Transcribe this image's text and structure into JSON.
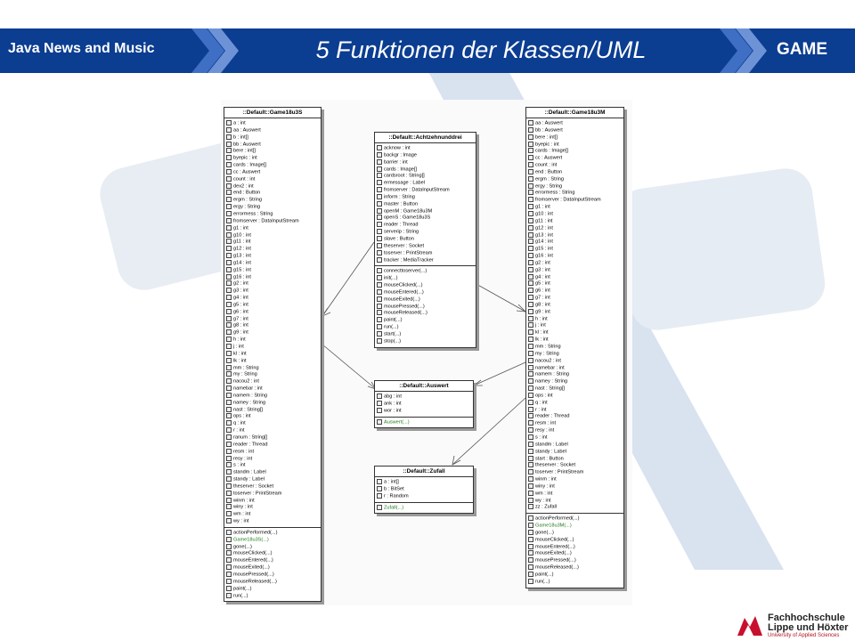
{
  "header": {
    "left_label": "Java News and Music",
    "title": "5 Funktionen der Klassen/UML",
    "right_label": "GAME"
  },
  "colors": {
    "header_bg": "#0b3d91",
    "chevron": "#3f6fc4",
    "green_member": "#1f7a1f",
    "logo_red": "#c8102e"
  },
  "logo": {
    "line1": "Fachhochschule",
    "line2": "Lippe und Höxter",
    "line3": "University of Applied Sciences"
  },
  "diagram": {
    "classes": [
      {
        "id": "game18u3s",
        "title": "::Default::Game18u3S",
        "attributes": [
          "a : int",
          "aa : Auswert",
          "b : int[]",
          "bb : Auswert",
          "bere : int[]",
          "byepic : int",
          "cards : Image[]",
          "cc : Auswert",
          "count : int",
          "dex2 : int",
          "end : Button",
          "ergm : String",
          "ergy : String",
          "errormess : String",
          "fromserver : DataInputStream",
          "g1 : int",
          "g10 : int",
          "g11 : int",
          "g12 : int",
          "g13 : int",
          "g14 : int",
          "g15 : int",
          "g16 : int",
          "g2 : int",
          "g3 : int",
          "g4 : int",
          "g5 : int",
          "g6 : int",
          "g7 : int",
          "g8 : int",
          "g9 : int",
          "h : int",
          "j : int",
          "kl : int",
          "lk : int",
          "mm : String",
          "my : String",
          "nacou2 : int",
          "namebar : int",
          "namem : String",
          "namey : String",
          "nast : String[]",
          "ops : int",
          "q : int",
          "r : int",
          "ranum : String[]",
          "reader : Thread",
          "resm : int",
          "resy : int",
          "s : int",
          "standm : Label",
          "standy : Label",
          "theserver : Socket",
          "toserver : PrintStream",
          "winm : int",
          "winy : int",
          "wm : int",
          "wy : int"
        ],
        "operations": [
          "actionPerformed(...)",
          "Game18u3S(...)",
          "gone(...)",
          "mouseClicked(...)",
          "mouseEntered(...)",
          "mouseExited(...)",
          "mousePressed(...)",
          "mouseReleased(...)",
          "paint(...)",
          "run(...)"
        ],
        "constructor": "Game18u3S(...)"
      },
      {
        "id": "achtzehnunddrei",
        "title": "::Default::Achtzehnunddrei",
        "attributes": [
          "acknow : int",
          "backgr : Image",
          "barrier : int",
          "cards : Image[]",
          "cardsroot : String[]",
          "ermessage : Label",
          "fromserver : DataInputStream",
          "inform : String",
          "master : Button",
          "openM : Game18u3M",
          "openS : Game18u3S",
          "reader : Thread",
          "serverip : String",
          "slave : Button",
          "theserver : Socket",
          "toserver : PrintStream",
          "tracker : MediaTracker"
        ],
        "operations": [
          "connecttoserver(...)",
          "init(...)",
          "mouseClicked(...)",
          "mouseEntered(...)",
          "mouseExited(...)",
          "mousePressed(...)",
          "mouseReleased(...)",
          "paint(...)",
          "run(...)",
          "start(...)",
          "stop(...)"
        ],
        "constructor": ""
      },
      {
        "id": "auswert",
        "title": "::Default::Auswert",
        "attributes": [
          "abg : int",
          "ank : int",
          "wor : int"
        ],
        "operations": [
          "Auswert(...)"
        ],
        "constructor": "Auswert(...)"
      },
      {
        "id": "zufall",
        "title": "::Default::Zufall",
        "attributes": [
          "a : int[]",
          "b : BitSet",
          "r : Random"
        ],
        "operations": [
          "Zufall(...)"
        ],
        "constructor": "Zufall(...)"
      },
      {
        "id": "game18u3m",
        "title": "::Default::Game18u3M",
        "attributes": [
          "aa : Auswert",
          "bb : Auswert",
          "bere : int[]",
          "byepic : int",
          "cards : Image[]",
          "cc : Auswert",
          "count : int",
          "end : Button",
          "ergm : String",
          "ergy : String",
          "errormess : String",
          "fromserver : DataInputStream",
          "g1 : int",
          "g10 : int",
          "g11 : int",
          "g12 : int",
          "g13 : int",
          "g14 : int",
          "g15 : int",
          "g16 : int",
          "g2 : int",
          "g3 : int",
          "g4 : int",
          "g5 : int",
          "g6 : int",
          "g7 : int",
          "g8 : int",
          "g9 : int",
          "h : int",
          "j : int",
          "kl : int",
          "lk : int",
          "mm : String",
          "my : String",
          "nacou2 : int",
          "namebar : int",
          "namem : String",
          "namey : String",
          "nast : String[]",
          "ops : int",
          "q : int",
          "r : int",
          "reader : Thread",
          "resm : int",
          "resy : int",
          "s : int",
          "standm : Label",
          "standy : Label",
          "start : Button",
          "theserver : Socket",
          "toserver : PrintStream",
          "winm : int",
          "winy : int",
          "wm : int",
          "wy : int",
          "zz : Zufall"
        ],
        "operations": [
          "actionPerformed(...)",
          "Game18u3M(...)",
          "gone(...)",
          "mouseClicked(...)",
          "mouseEntered(...)",
          "mouseExited(...)",
          "mousePressed(...)",
          "mouseReleased(...)",
          "paint(...)",
          "run(...)"
        ],
        "constructor": "Game18u3M(...)"
      }
    ]
  }
}
